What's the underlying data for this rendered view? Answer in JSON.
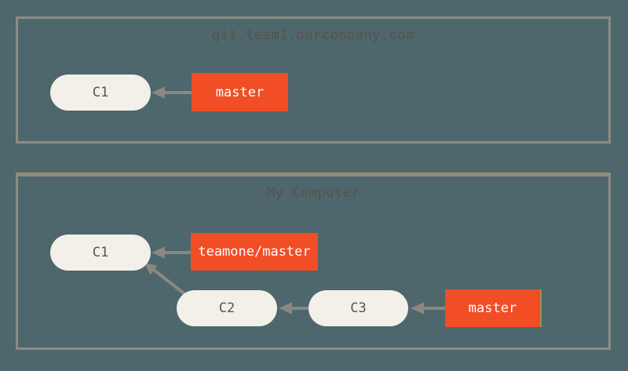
{
  "colors": {
    "background": "#4d676d",
    "box_border": "#8f8a85",
    "node_fill": "#f2f0e8",
    "node_text": "#5b544b",
    "title_text": "#57524b",
    "branch_bg": "#f14e26",
    "branch_text": "#ffffff",
    "arrow": "#8d8780",
    "accent_olive": "#9a9150"
  },
  "server_box": {
    "title": "git.team1.ourcompany.com",
    "commits": [
      "C1"
    ],
    "branches": [
      "master"
    ]
  },
  "computer_box": {
    "title": "My Computer",
    "commits": [
      "C1",
      "C2",
      "C3"
    ],
    "remote_branches": [
      "teamone/master"
    ],
    "branches": [
      "master"
    ]
  },
  "edges": [
    {
      "from": "master",
      "to": "C1",
      "scope": "server"
    },
    {
      "from": "teamone/master",
      "to": "C1",
      "scope": "computer"
    },
    {
      "from": "C2",
      "to": "C1",
      "scope": "computer"
    },
    {
      "from": "C3",
      "to": "C2",
      "scope": "computer"
    },
    {
      "from": "master",
      "to": "C3",
      "scope": "computer"
    }
  ]
}
